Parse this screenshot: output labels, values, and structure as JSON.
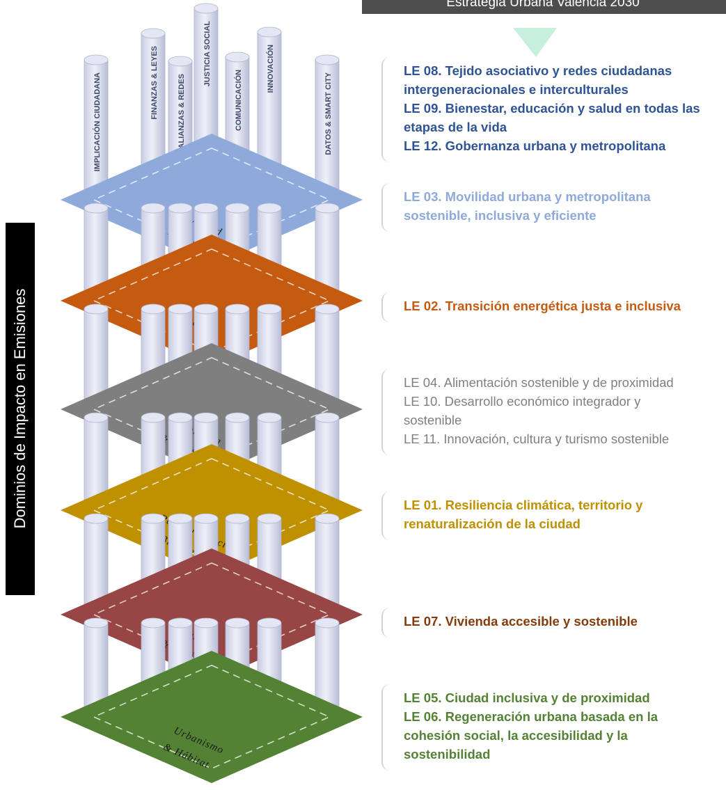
{
  "header": {
    "title": "Estrategia Urbana Valencia 2030"
  },
  "side_label": "Dominios de Impacto en Emisiones",
  "pillars": [
    "IMPLICACIÓN CIUDADANA",
    "FINANZAS & LEYES",
    "ALIANZAS & REDES",
    "JUSTICIA SOCIAL",
    "COMUNICACIÓN",
    "INNOVACIÓN",
    "DATOS & SMART CITY"
  ],
  "platforms": [
    {
      "label_1": "Movilidad",
      "label_2": "& Transporte",
      "color": "#8eaadb"
    },
    {
      "label_1": "Energía",
      "label_2": "",
      "color": "#c55a11"
    },
    {
      "label_1": "Economía",
      "label_2": "& Industria",
      "color": "#7f7f7f"
    },
    {
      "label_1": "Renaturalización",
      "label_2": "& Biodiversidad",
      "color": "#bf9000"
    },
    {
      "label_1": "Vivienda",
      "label_2": "& Edificios",
      "color": "#984545"
    },
    {
      "label_1": "Urbanismo",
      "label_2": "& Hábitat",
      "color": "#548235"
    }
  ],
  "strategic_lines": [
    {
      "color": "#2f5496",
      "lines": [
        "LE 08. Tejido asociativo y redes ciudadanas",
        "intergeneracionales e interculturales",
        "LE 09. Bienestar, educación y salud en todas las",
        "etapas de la vida",
        "LE 12. Gobernanza urbana y metropolitana"
      ]
    },
    {
      "color": "#8eaadb",
      "lines": [
        "LE 03. Movilidad urbana y metropolitana",
        "sostenible, inclusiva y eficiente"
      ]
    },
    {
      "color": "#c55a11",
      "lines": [
        "LE 02. Transición energética justa e inclusiva"
      ]
    },
    {
      "color": "#808080",
      "lines": [
        "LE 04. Alimentación sostenible y de proximidad",
        "LE 10. Desarrollo económico integrador y",
        "sostenible",
        "LE 11. Innovación, cultura y turismo sostenible"
      ]
    },
    {
      "color": "#bf9000",
      "lines": [
        "LE 01. Resiliencia climática, territorio y",
        "renaturalización de la ciudad"
      ]
    },
    {
      "color": "#843c0c",
      "lines": [
        "LE 07. Vivienda accesible y sostenible"
      ]
    },
    {
      "color": "#548235",
      "lines": [
        "LE 05. Ciudad inclusiva y de proximidad",
        "LE 06. Regeneración urbana basada en la",
        "cohesión social, la accesibilidad y la",
        "sostenibilidad"
      ]
    }
  ]
}
